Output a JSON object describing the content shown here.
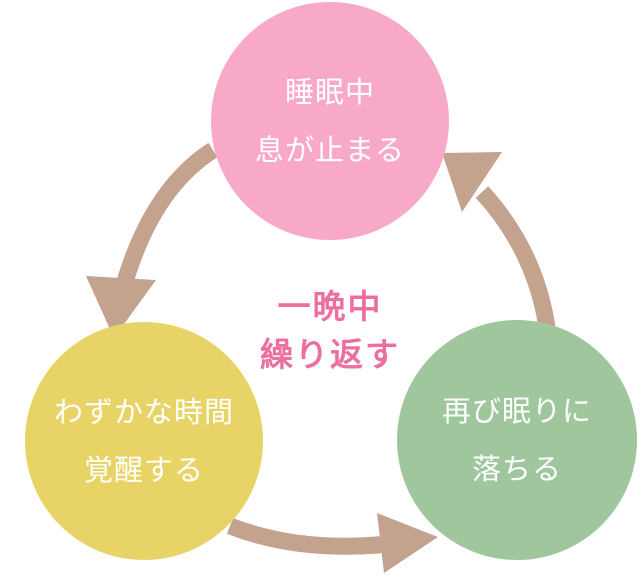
{
  "colors": {
    "arrow": "#c3a38e",
    "top_node": "#f8a9c8",
    "left_node": "#e8d466",
    "right_node": "#9fc69c",
    "center_text": "#ec6fa0"
  },
  "nodes": {
    "top": {
      "line1": "睡眠中",
      "line2": "息が止まる"
    },
    "left": {
      "line1": "わずかな時間",
      "line2": "覚醒する"
    },
    "right": {
      "line1": "再び眠りに",
      "line2": "落ちる"
    }
  },
  "center": {
    "line1": "一晩中",
    "line2": "繰り返す"
  }
}
